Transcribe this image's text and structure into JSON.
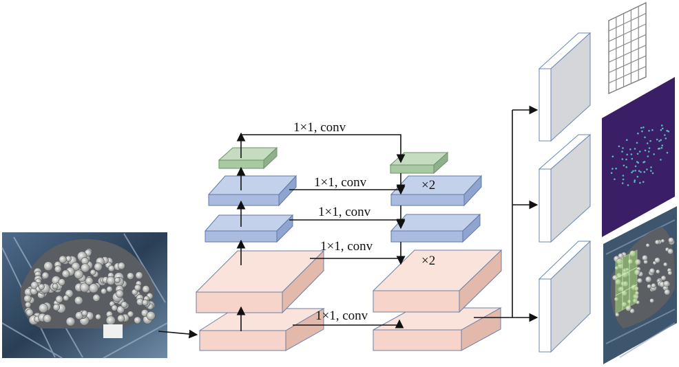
{
  "labels": {
    "conv_top": "1×1, conv",
    "conv_2": "1×1, conv",
    "conv_3": "1×1, conv",
    "conv_4": "1×1, conv",
    "conv_bottom": "1×1, conv",
    "upsample_top": "×2",
    "upsample_mid": "×2"
  },
  "colors": {
    "green": "#a9c9a3",
    "blue": "#a9bbdf",
    "pink": "#f6d4c9",
    "head_face": "#ffffff",
    "head_side": "#d4d6da",
    "head_edge": "#6a86b5",
    "heatmap_bg": "#3b1f66",
    "heatmap_dot": "#5fd3c8"
  }
}
